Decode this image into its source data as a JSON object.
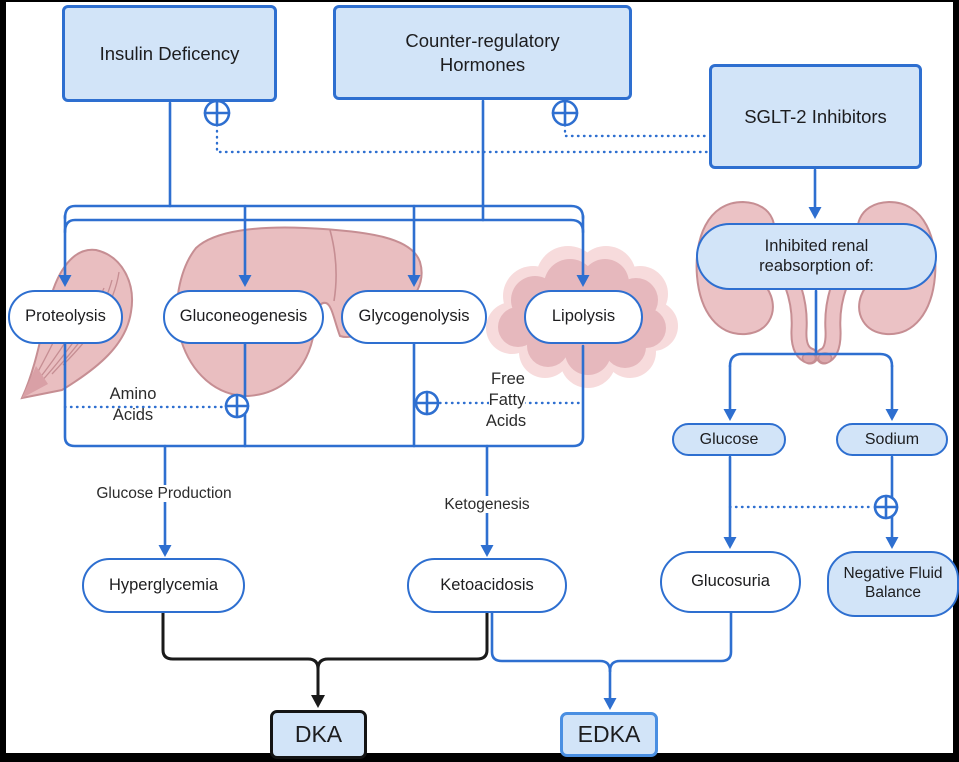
{
  "diagram": {
    "title_semantic": "DKA and EDKA pathophysiology flowchart",
    "boxes": {
      "insulin_deficiency": "Insulin Deficency",
      "counter_regulatory_hormones": "Counter-regulatory Hormones",
      "sglt2_inhibitors": "SGLT-2 Inhibitors",
      "dka": "DKA",
      "edka": "EDKA"
    },
    "pills": {
      "inhibited_renal": "Inhibited renal reabsorption of:",
      "proteolysis": "Proteolysis",
      "gluconeogenesis": "Gluconeogenesis",
      "glycogenolysis": "Glycogenolysis",
      "lipolysis": "Lipolysis",
      "glucose": "Glucose",
      "sodium": "Sodium",
      "hyperglycemia": "Hyperglycemia",
      "ketoacidosis": "Ketoacidosis",
      "glucosuria": "Glucosuria",
      "negative_fluid_balance": "Negative Fluid Balance"
    },
    "labels": {
      "amino_acids": "Amino Acids",
      "free_fatty_acids": "Free Fatty Acids",
      "glucose_production": "Glucose Production",
      "ketogenesis": "Ketogenesis"
    },
    "icons": {
      "stimulation_symbol": "plus-circle (⊕) stimulation marker, appears 5 times",
      "organs": [
        "skeletal-muscle-icon",
        "liver-icon",
        "adipose-tissue-icon",
        "kidneys-icon"
      ]
    },
    "colors": {
      "line_blue": "#2e6fd0",
      "node_fill_blue": "#d2e4f8",
      "edka_border_blue": "#4a8fe2",
      "black_line": "#1a1a1a",
      "organ_pink_fill": "#e9bec0",
      "organ_pink_outline": "#c68e93",
      "adipose_halo": "#f7dbdc",
      "canvas": "#ffffff",
      "frame": "#000000"
    }
  }
}
